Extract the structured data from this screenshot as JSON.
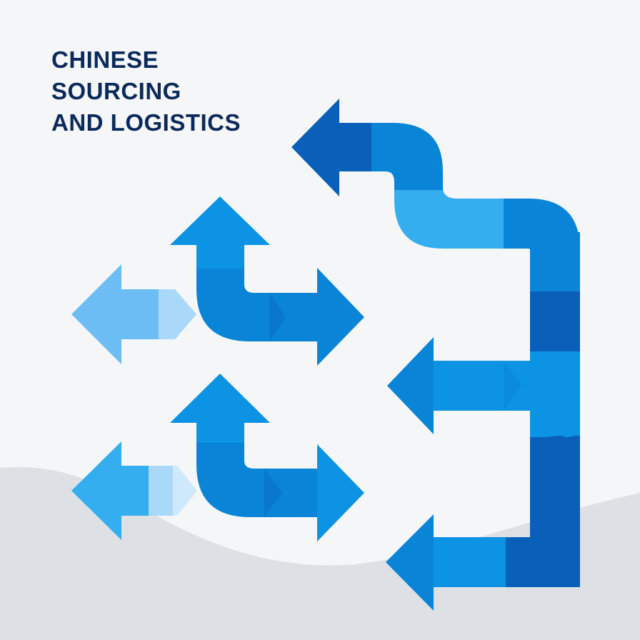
{
  "title": {
    "line1": "CHINESE",
    "line2": "SOURCING",
    "line3": "AND LOGISTICS"
  },
  "colors": {
    "background": "#f5f6f7",
    "ground": "#dde1e5",
    "title": "#0b2a5b",
    "dark_blue": "#0a5fb8",
    "mid_blue": "#0a84d6",
    "bright_blue": "#0c93e3",
    "sky_blue": "#34aeee",
    "light_blue": "#6cbdf4",
    "pale_blue": "#a9d8f8"
  },
  "icons": [
    "arrow-left-icon",
    "arrow-up-icon",
    "arrow-right-icon",
    "bent-arrow-icon"
  ]
}
